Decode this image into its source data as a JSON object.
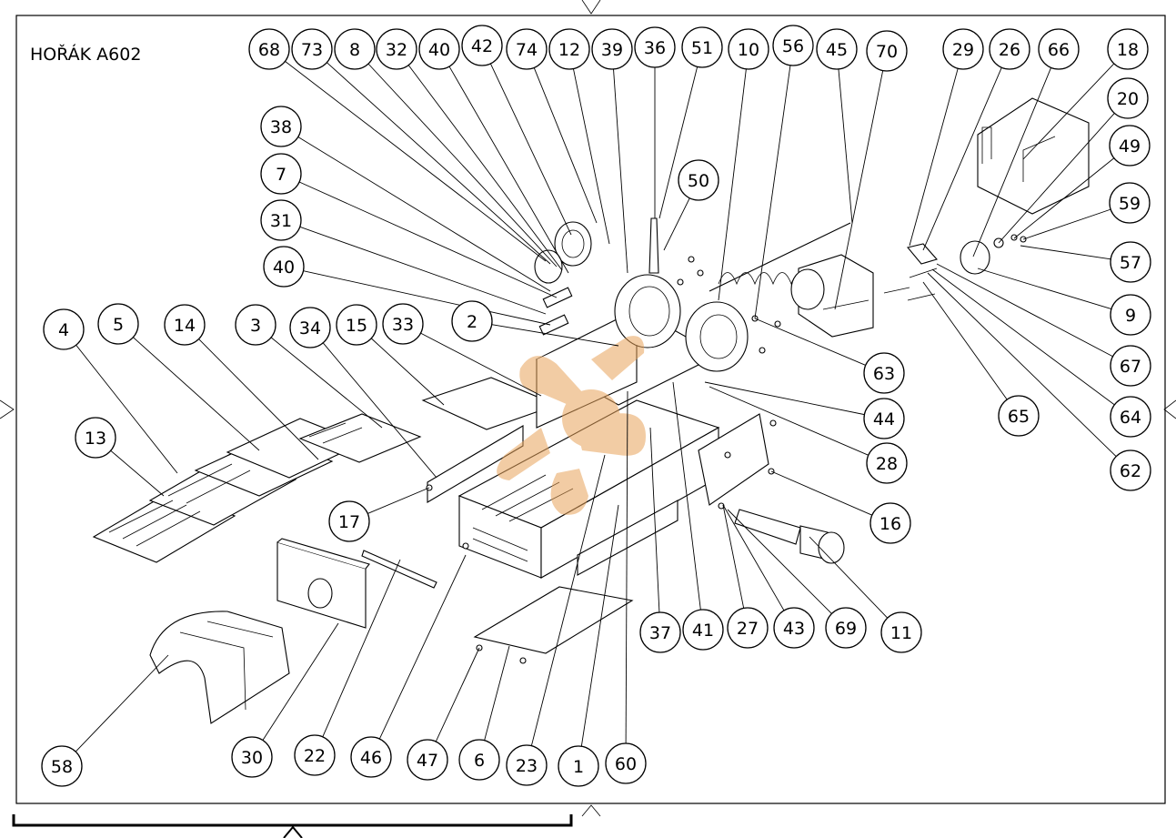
{
  "title": "HOŘÁK A602",
  "watermark_color": "#e8a35a",
  "callout_labels": [
    "68",
    "73",
    "8",
    "32",
    "40",
    "42",
    "74",
    "12",
    "39",
    "36",
    "51",
    "10",
    "56",
    "45",
    "70",
    "29",
    "26",
    "66",
    "18",
    "20",
    "49",
    "59",
    "57",
    "9",
    "67",
    "64",
    "62",
    "65",
    "38",
    "7",
    "31",
    "40",
    "2",
    "50",
    "63",
    "44",
    "28",
    "16",
    "4",
    "5",
    "14",
    "3",
    "34",
    "15",
    "33",
    "13",
    "17",
    "37",
    "41",
    "27",
    "43",
    "69",
    "11",
    "58",
    "30",
    "22",
    "46",
    "47",
    "6",
    "23",
    "1",
    "60"
  ]
}
